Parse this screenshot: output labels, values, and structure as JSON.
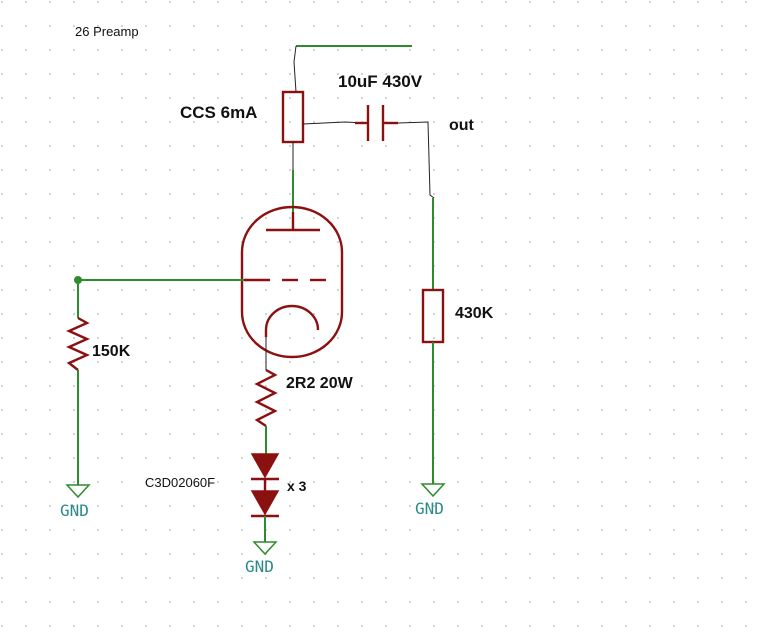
{
  "title": "26 Preamp",
  "components": {
    "ccs": "CCS 6mA",
    "capacitor": "10uF 430V",
    "output": "out",
    "grid_resistor": "150K",
    "load_resistor": "430K",
    "cathode_resistor": "2R2 20W",
    "diode": "C3D02060F",
    "diode_count": "x  3"
  },
  "ground_labels": [
    "GND",
    "GND",
    "GND"
  ],
  "colors": {
    "wire": "#2e8b2e",
    "component": "#8b1010",
    "gnd_text": "#2a8a8a"
  }
}
